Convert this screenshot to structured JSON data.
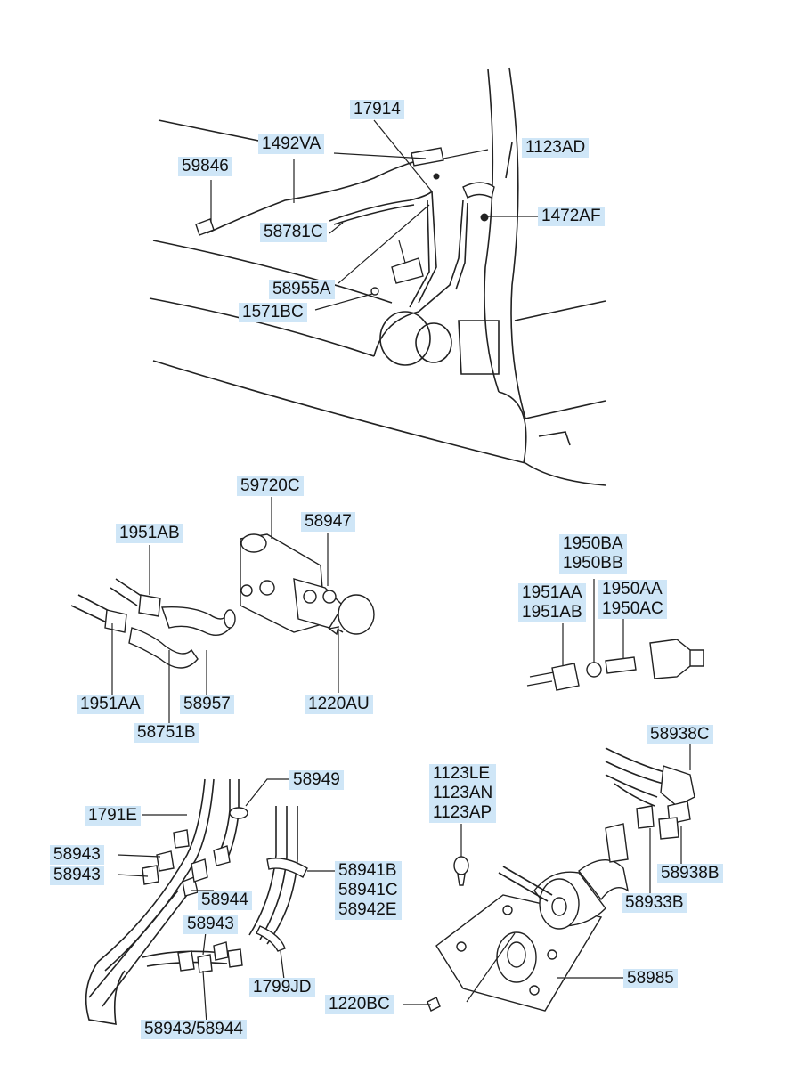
{
  "labels": {
    "p17914": "17914",
    "p1492VA": "1492VA",
    "p1123AD": "1123AD",
    "p59846": "59846",
    "p1472AF": "1472AF",
    "p58781C": "58781C",
    "p58955A": "58955A",
    "p1571BC": "1571BC",
    "p59720C": "59720C",
    "p58947": "58947",
    "p1951AB_a": "1951AB",
    "p1950BA": "1950BA",
    "p1950BB": "1950BB",
    "p1951AA_r": "1951AA",
    "p1951AB_r": "1951AB",
    "p1950AA": "1950AA",
    "p1950AC": "1950AC",
    "p1951AA_l": "1951AA",
    "p58957": "58957",
    "p1220AU": "1220AU",
    "p58751B": "58751B",
    "p58938C": "58938C",
    "p58949": "58949",
    "p1123LE": "1123LE",
    "p1123AN": "1123AN",
    "p1123AP": "1123AP",
    "p1791E": "1791E",
    "p58943_a": "58943",
    "p58943_b": "58943",
    "p58938B": "58938B",
    "p58941B": "58941B",
    "p58941C": "58941C",
    "p58942E": "58942E",
    "p58944": "58944",
    "p58933B": "58933B",
    "p58943_c": "58943",
    "p1799JD": "1799JD",
    "p58985": "58985",
    "p1220BC": "1220BC",
    "p58943_58944": "58943/58944"
  }
}
